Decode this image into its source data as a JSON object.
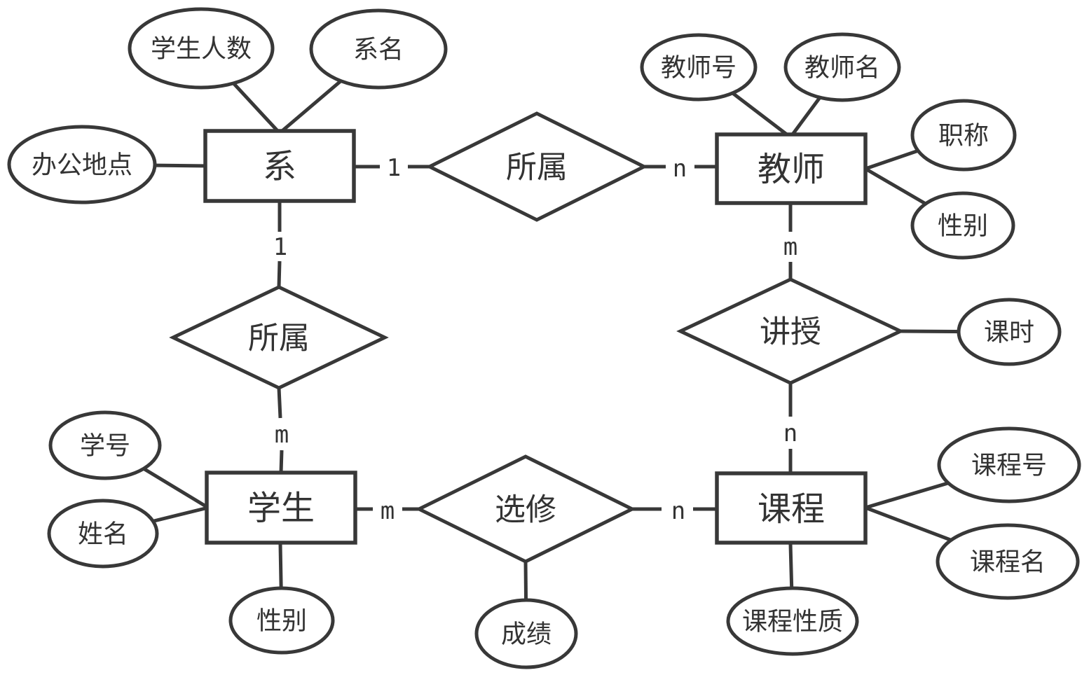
{
  "diagram": {
    "type": "entity-relationship",
    "colors": {
      "stroke": "#383838",
      "text": "#333333",
      "background": "#ffffff"
    },
    "entities": [
      {
        "id": "department",
        "label": "系"
      },
      {
        "id": "teacher",
        "label": "教师"
      },
      {
        "id": "student",
        "label": "学生"
      },
      {
        "id": "course",
        "label": "课程"
      }
    ],
    "relationships": [
      {
        "id": "belong-dept-teacher",
        "label": "所属"
      },
      {
        "id": "belong-dept-student",
        "label": "所属"
      },
      {
        "id": "teach-teacher-course",
        "label": "讲授"
      },
      {
        "id": "elective-student-course",
        "label": "选修"
      }
    ],
    "attributes": {
      "department": [
        "学生人数",
        "系名",
        "办公地点"
      ],
      "teacher": [
        "教师号",
        "教师名",
        "职称",
        "性别"
      ],
      "student": [
        "学号",
        "姓名",
        "性别"
      ],
      "course": [
        "课程号",
        "课程名",
        "课程性质"
      ],
      "teach": [
        "课时"
      ],
      "elective": [
        "成绩"
      ]
    },
    "cardinalities": [
      {
        "edge": "department-to-belong1",
        "value": "1"
      },
      {
        "edge": "belong1-to-teacher",
        "value": "n"
      },
      {
        "edge": "department-to-belong2",
        "value": "1"
      },
      {
        "edge": "belong2-to-student",
        "value": "m"
      },
      {
        "edge": "teacher-to-teach",
        "value": "m"
      },
      {
        "edge": "teach-to-course",
        "value": "n"
      },
      {
        "edge": "student-to-elective",
        "value": "m"
      },
      {
        "edge": "elective-to-course",
        "value": "n"
      }
    ]
  }
}
